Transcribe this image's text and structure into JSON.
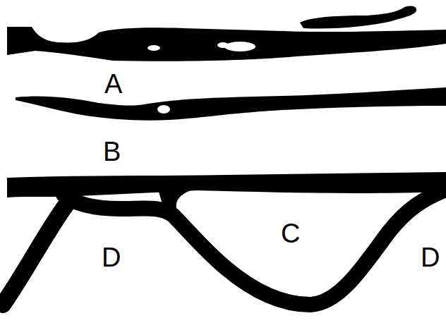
{
  "diagram": {
    "labels": [
      "A",
      "B",
      "C",
      "D",
      "D"
    ]
  }
}
